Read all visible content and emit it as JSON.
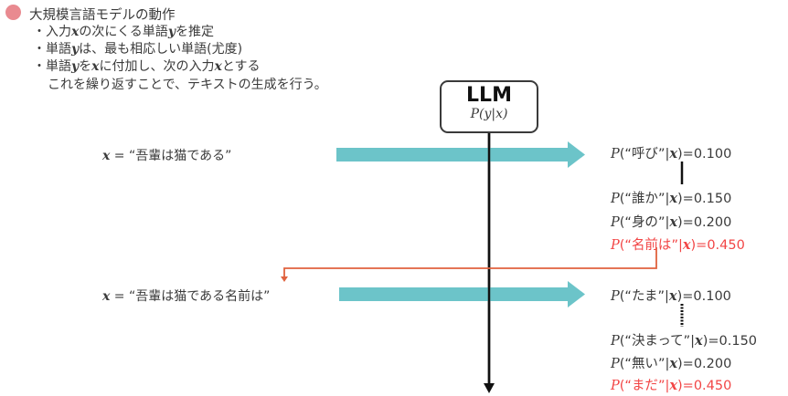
{
  "title": {
    "heading": "大規模言語モデルの動作",
    "bullet_color": "#e98a90"
  },
  "bullets": [
    {
      "marker": "・",
      "pre": "入力",
      "v1": "x",
      "mid": "の次にくる単語",
      "v2": "y",
      "post": "を推定"
    },
    {
      "marker": "・",
      "pre": "単語",
      "v1": "y",
      "mid": "は、最も相応しい単語(尤度)",
      "v2": "",
      "post": ""
    },
    {
      "marker": "・",
      "pre": "単語",
      "v1": "y",
      "mid": "を",
      "v2": "x",
      "post": "に付加し、次の入力",
      "v3": "x",
      "tail": "とする"
    }
  ],
  "continuation": "これを繰り返すことで、テキストの生成を行う。",
  "llm_box": {
    "title": "LLM",
    "subtitle": "P(y|x)"
  },
  "steps": [
    {
      "input_var": "x",
      "input_eq": " = ",
      "input_text": "“吾輩は猫である”",
      "candidates": [
        {
          "token": "呼び",
          "prob": "0.100",
          "selected": false
        },
        {
          "token": "誰か",
          "prob": "0.150",
          "selected": false
        },
        {
          "token": "身の",
          "prob": "0.200",
          "selected": false
        },
        {
          "token": "名前は",
          "prob": "0.450",
          "selected": true
        }
      ],
      "ellipsis_style": "solid"
    },
    {
      "input_var": "x",
      "input_eq": " = ",
      "input_text": "“吾輩は猫である名前は”",
      "candidates": [
        {
          "token": "たま",
          "prob": "0.100",
          "selected": false
        },
        {
          "token": "決まって",
          "prob": "0.150",
          "selected": false
        },
        {
          "token": "無い",
          "prob": "0.200",
          "selected": false
        },
        {
          "token": "まだ",
          "prob": "0.450",
          "selected": true
        }
      ],
      "ellipsis_style": "dotted"
    }
  ],
  "prob_format": {
    "p": "P",
    "open": "(“",
    "close": "”|",
    "var": "x",
    "end": ")=",
    "sep": ""
  },
  "colors": {
    "arrow": "#6cc4c9",
    "feedback": "#e0623e",
    "highlight": "#f24545",
    "axis": "#111111"
  }
}
